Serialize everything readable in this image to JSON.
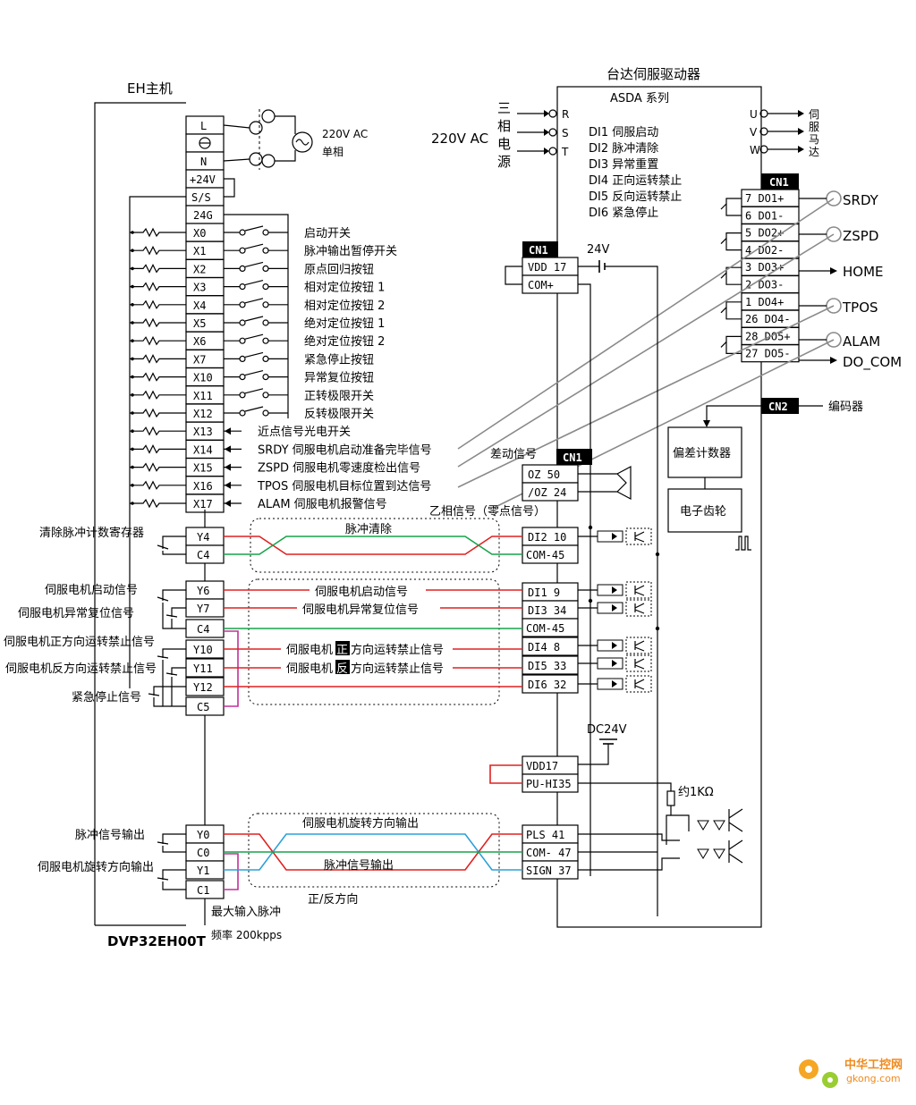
{
  "plc": {
    "header": "EH主机",
    "model": "DVP32EH00T",
    "power_terminals": [
      "L",
      "N",
      "+24V",
      "S/S",
      "24G"
    ],
    "power_note": [
      "220V AC",
      "单相"
    ],
    "inputs": [
      {
        "terminal": "X0",
        "label": "启动开关"
      },
      {
        "terminal": "X1",
        "label": "脉冲输出暂停开关"
      },
      {
        "terminal": "X2",
        "label": "原点回归按钮"
      },
      {
        "terminal": "X3",
        "label": "相对定位按钮 1"
      },
      {
        "terminal": "X4",
        "label": "相对定位按钮 2"
      },
      {
        "terminal": "X5",
        "label": "绝对定位按钮 1"
      },
      {
        "terminal": "X6",
        "label": "绝对定位按钮 2"
      },
      {
        "terminal": "X7",
        "label": "紧急停止按钮"
      },
      {
        "terminal": "X10",
        "label": "异常复位按钮"
      },
      {
        "terminal": "X11",
        "label": "正转极限开关"
      },
      {
        "terminal": "X12",
        "label": "反转极限开关"
      },
      {
        "terminal": "X13",
        "label": "近点信号光电开关"
      },
      {
        "terminal": "X14",
        "label": "SRDY 伺服电机启动准备完毕信号"
      },
      {
        "terminal": "X15",
        "label": "ZSPD 伺服电机零速度检出信号"
      },
      {
        "terminal": "X16",
        "label": "TPOS 伺服电机目标位置到达信号"
      },
      {
        "terminal": "X17",
        "label": "ALAM 伺服电机报警信号"
      }
    ],
    "outputs_a": {
      "terminals": [
        "Y4",
        "C4"
      ],
      "label": "清除脉冲计数寄存器"
    },
    "outputs_b": {
      "terminals": [
        "Y6",
        "Y7",
        "C4",
        "Y10",
        "Y11",
        "Y12",
        "C5"
      ],
      "labels": [
        "伺服电机启动信号",
        "伺服电机异常复位信号",
        "伺服电机正方向运转禁止信号",
        "伺服电机反方向运转禁止信号",
        "紧急停止信号"
      ]
    },
    "outputs_c": {
      "terminals": [
        "Y0",
        "C0",
        "Y1",
        "C1"
      ],
      "labels": [
        "脉冲信号输出",
        "伺服电机旋转方向输出"
      ]
    },
    "max_pulse": [
      "最大输入脉冲",
      "频率 200kpps"
    ]
  },
  "drive": {
    "title": "台达伺服驱动器",
    "series": "ASDA 系列",
    "power_label_vertical": [
      "三",
      "相",
      "电",
      "源"
    ],
    "power_voltage": "220V AC",
    "power_terminals": [
      "R",
      "S",
      "T"
    ],
    "motor_terminals": [
      "U",
      "V",
      "W"
    ],
    "motor_label_vertical": [
      "伺",
      "服",
      "马",
      "达"
    ],
    "di_legend": [
      "DI1 伺服启动",
      "DI2 脉冲清除",
      "DI3 异常重置",
      "DI4 正向运转禁止",
      "DI5 反向运转禁止",
      "DI6 紧急停止"
    ],
    "cn1": "CN1",
    "cn2": "CN2",
    "encoder": "编码器",
    "do_terminals": [
      "7 DO1+",
      "6 DO1-",
      "5 DO2+",
      "4 DO2-",
      "3 DO3+",
      "2 DO3-",
      "1 DO4+",
      "26 DO4-",
      "28 DO5+",
      "27 DO5-"
    ],
    "do_signals": [
      "SRDY",
      "ZSPD",
      "HOME",
      "TPOS",
      "ALAM",
      "DO_COM"
    ],
    "vdd_block": [
      "VDD 17",
      "COM+"
    ],
    "vdd_voltage": "24V",
    "oz_block": [
      "OZ 50",
      "/OZ 24"
    ],
    "diff_signal": "差动信号",
    "z_phase": "乙相信号（零点信号）",
    "deviation_counter": "偏差计数器",
    "electronic_gear": "电子齿轮",
    "di_block_a": [
      "DI2 10",
      "COM-45"
    ],
    "di_block_b": [
      "DI1 9",
      "DI3 34",
      "COM-45",
      "DI4 8",
      "DI5 33",
      "DI6 32"
    ],
    "pulse_power_block": [
      "VDD17",
      "PU-HI35"
    ],
    "pulse_power_voltage": "DC24V",
    "resistor": "约1KΩ",
    "pulse_block": [
      "PLS 41",
      "COM- 47",
      "SIGN 37"
    ]
  },
  "cables": {
    "clear": "脉冲清除",
    "start": "伺服电机启动信号",
    "reset": "伺服电机异常复位信号",
    "fwd": [
      "伺服电机",
      "正",
      "方向运转禁止信号"
    ],
    "rev": [
      "伺服电机",
      "反",
      "方向运转禁止信号"
    ],
    "dir": "伺服电机旋转方向输出",
    "pulse": "脉冲信号输出",
    "dir_note": "正/反方向"
  },
  "watermark": {
    "brand": "中华工控网",
    "url": "gkong.com"
  },
  "colors": {
    "red": "#e02020",
    "green": "#16a34a",
    "blue": "#2ba0d8",
    "magenta": "#c2309a"
  }
}
